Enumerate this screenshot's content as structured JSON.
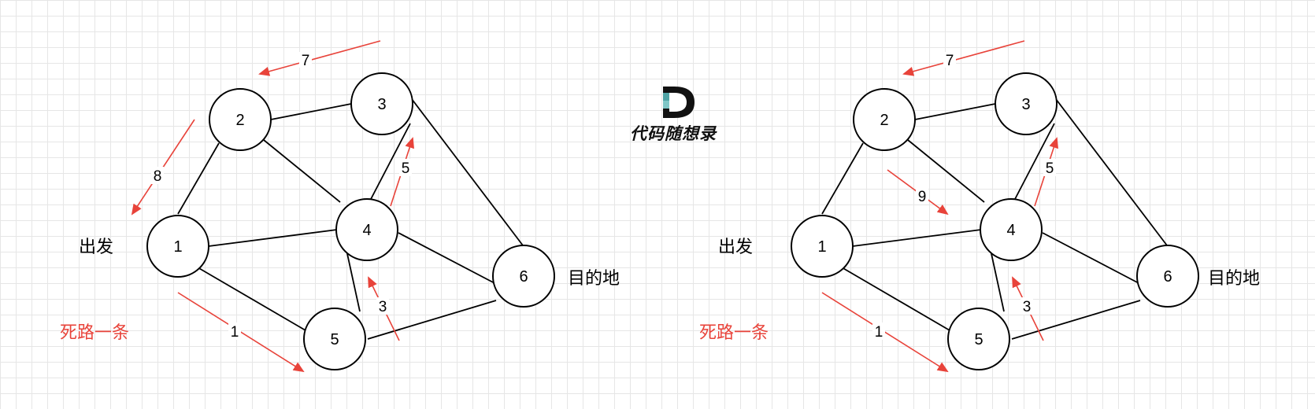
{
  "colors": {
    "edge": "#000000",
    "arrow": "#e8433a",
    "node_fill": "#ffffff",
    "logo_teal": "#4fa3a5"
  },
  "logo": {
    "letter": "D",
    "text": "代码随想录"
  },
  "labels": {
    "start": "出发",
    "destination": "目的地",
    "dead_end": "死路一条"
  },
  "graphs": [
    {
      "nodes": [
        "1",
        "2",
        "3",
        "4",
        "5",
        "6"
      ],
      "weights": [
        "7",
        "8",
        "5",
        "3",
        "1"
      ]
    },
    {
      "nodes": [
        "1",
        "2",
        "3",
        "4",
        "5",
        "6"
      ],
      "weights": [
        "7",
        "9",
        "5",
        "3",
        "1"
      ]
    }
  ]
}
